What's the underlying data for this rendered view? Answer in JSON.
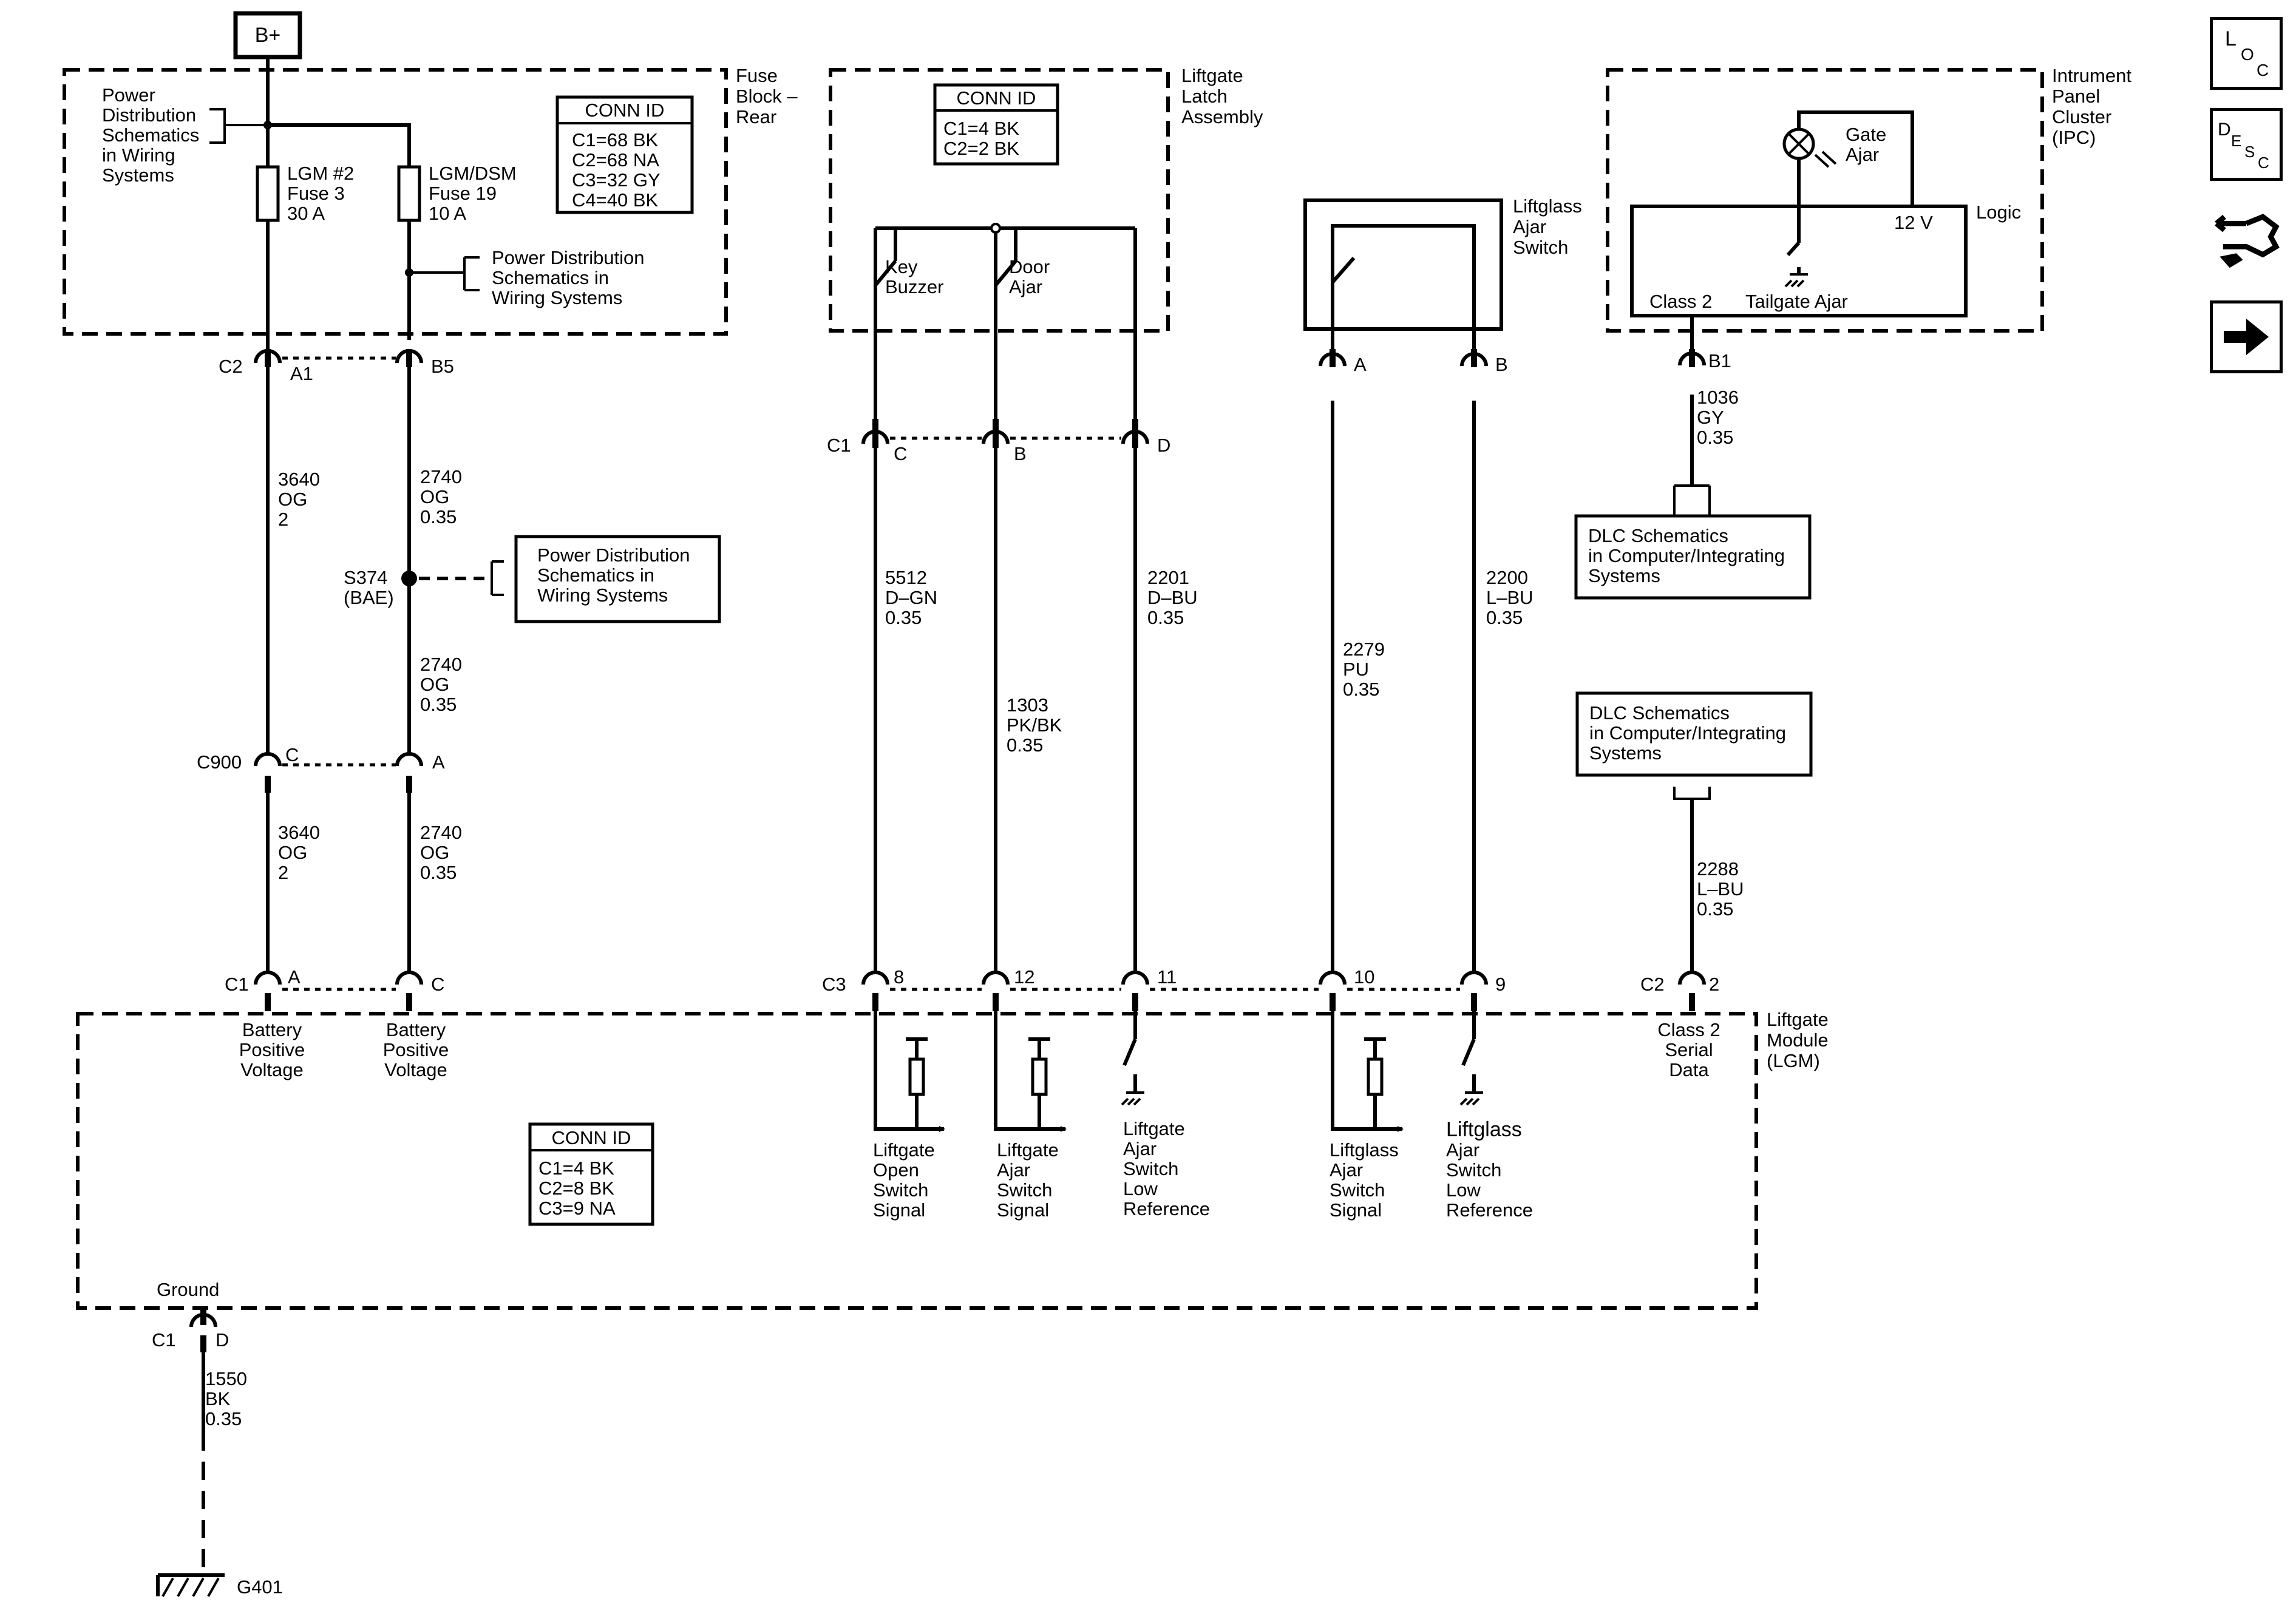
{
  "battery": {
    "label": "B+"
  },
  "fuse_block": {
    "title": [
      "Fuse",
      "Block –",
      "Rear"
    ],
    "power_dist_left": [
      "Power",
      "Distribution",
      "Schematics",
      "in Wiring",
      "Systems"
    ],
    "fuse1": [
      "LGM #2",
      "Fuse 3",
      "30 A"
    ],
    "fuse2": [
      "LGM/DSM",
      "Fuse 19",
      "10 A"
    ],
    "power_dist_right": [
      "Power Distribution",
      "Schematics in",
      "Wiring Systems"
    ],
    "conn_id": {
      "title": "CONN ID",
      "lines": [
        "C1=68 BK",
        "C2=68 NA",
        "C3=32 GY",
        "C4=40 BK"
      ]
    }
  },
  "latch": {
    "title": [
      "Liftgate",
      "Latch",
      "Assembly"
    ],
    "conn_id": {
      "title": "CONN ID",
      "lines": [
        "C1=4 BK",
        "C2=2 BK"
      ]
    },
    "sw1": [
      "Key",
      "Buzzer"
    ],
    "sw2": [
      "Door",
      "Ajar"
    ]
  },
  "liftglass_switch": {
    "title": [
      "Liftglass",
      "Ajar",
      "Switch"
    ],
    "pin_a": "A",
    "pin_b": "B"
  },
  "ipc": {
    "title": [
      "Intrument",
      "Panel",
      "Cluster",
      "(IPC)"
    ],
    "lamp": [
      "Gate",
      "Ajar"
    ],
    "v12": "12 V",
    "logic": "Logic",
    "class2": "Class 2",
    "tailgate": "Tailgate Ajar",
    "pin": "B1"
  },
  "connectors": {
    "c2": "C2",
    "a1": "A1",
    "b5": "B5",
    "c1_top": "C1",
    "c": "C",
    "b": "B",
    "d": "D",
    "c900": "C900",
    "c900_c": "C",
    "c900_a": "A",
    "c1_bot": "C1",
    "c1_a": "A",
    "c1_c": "C",
    "c3": "C3",
    "p8": "8",
    "p12": "12",
    "p11": "11",
    "p10": "10",
    "p9": "9",
    "c2_r": "C2",
    "p2": "2",
    "gnd_c1": "C1",
    "gnd_d": "D"
  },
  "wires": {
    "w3640a": [
      "3640",
      "OG",
      "2"
    ],
    "w2740a": [
      "2740",
      "OG",
      "0.35"
    ],
    "w2740b": [
      "2740",
      "OG",
      "0.35"
    ],
    "w3640b": [
      "3640",
      "OG",
      "2"
    ],
    "w2740c": [
      "2740",
      "OG",
      "0.35"
    ],
    "w5512": [
      "5512",
      "D–GN",
      "0.35"
    ],
    "w1303": [
      "1303",
      "PK/BK",
      "0.35"
    ],
    "w2201": [
      "2201",
      "D–BU",
      "0.35"
    ],
    "w2279": [
      "2279",
      "PU",
      "0.35"
    ],
    "w2200": [
      "2200",
      "L–BU",
      "0.35"
    ],
    "w1036": [
      "1036",
      "GY",
      "0.35"
    ],
    "w2288": [
      "2288",
      "L–BU",
      "0.35"
    ],
    "w1550": [
      "1550",
      "BK",
      "0.35"
    ]
  },
  "splice": [
    "S374",
    "(BAE)"
  ],
  "power_dist_mid": [
    "Power Distribution",
    "Schematics in",
    "Wiring Systems"
  ],
  "dlc1": [
    "DLC Schematics",
    "in Computer/Integrating",
    "Systems"
  ],
  "dlc2": [
    "DLC Schematics",
    "in Computer/Integrating",
    "Systems"
  ],
  "lgm": {
    "title": [
      "Liftgate",
      "Module",
      "(LGM)"
    ],
    "bat1": [
      "Battery",
      "Positive",
      "Voltage"
    ],
    "bat2": [
      "Battery",
      "Positive",
      "Voltage"
    ],
    "open_sig": [
      "Liftgate",
      "Open",
      "Switch",
      "Signal"
    ],
    "ajar_sig": [
      "Liftgate",
      "Ajar",
      "Switch",
      "Signal"
    ],
    "ajar_low": [
      "Liftgate",
      "Ajar",
      "Switch",
      "Low",
      "Reference"
    ],
    "glass_sig": [
      "Liftglass",
      "Ajar",
      "Switch",
      "Signal"
    ],
    "glass_low": [
      "Liftglass",
      "Ajar",
      "Switch",
      "Low",
      "Reference"
    ],
    "serial": [
      "Class 2",
      "Serial",
      "Data"
    ],
    "conn_id": {
      "title": "CONN ID",
      "lines": [
        "C1=4 BK",
        "C2=8 BK",
        "C3=9 NA"
      ]
    },
    "ground": "Ground"
  },
  "g401": "G401",
  "nav": {
    "loc": [
      "L",
      "O",
      "C"
    ],
    "desc": [
      "D",
      "E",
      "S",
      "C"
    ]
  }
}
